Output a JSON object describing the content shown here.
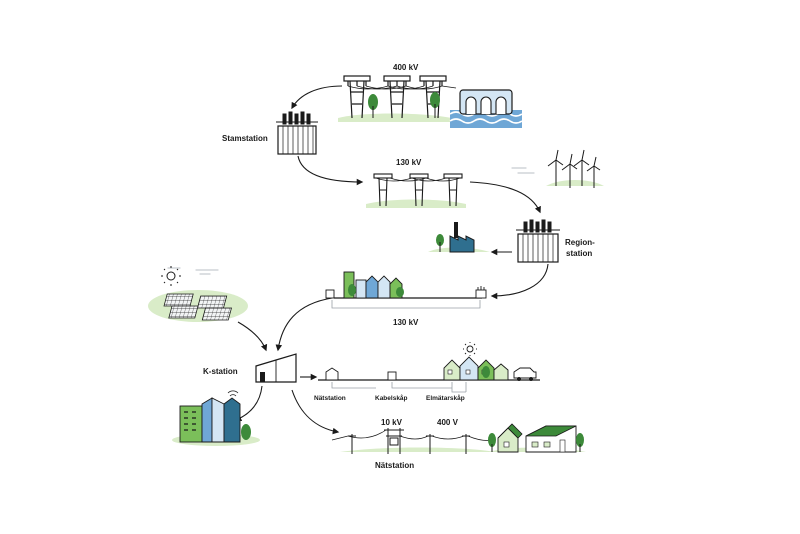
{
  "labels": {
    "kv400_top": "400 kV",
    "stamstation": "Stamstation",
    "kv130_upper": "130 kV",
    "regionstation_line1": "Region-",
    "regionstation_line2": "station",
    "kv130_lower": "130 kV",
    "kstation": "K-station",
    "natstation_small": "Nätstation",
    "kabelskap": "Kabelskåp",
    "elmatarskap": "Elmätarskåp",
    "kv10": "10 kV",
    "v400": "400 V",
    "natstation_bottom": "Nätstation"
  },
  "colors": {
    "ink": "#1a1a1a",
    "green_dark": "#3d8a3a",
    "green_mid": "#7bbf5a",
    "green_light": "#d9ecc8",
    "blue_water": "#6fa7d6",
    "blue_light": "#d4e6f4",
    "teal": "#2f6f8f",
    "grey_light": "#c8ccd0"
  }
}
